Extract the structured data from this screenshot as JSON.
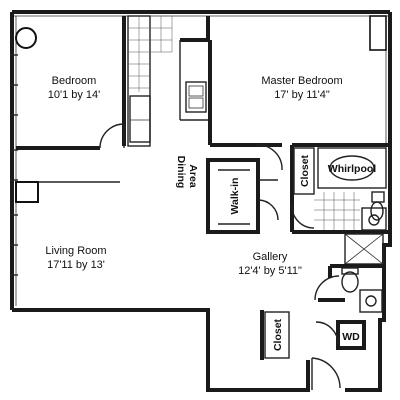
{
  "rooms": {
    "bedroom": {
      "name": "Bedroom",
      "dims": "10'1 by 14'"
    },
    "master_bedroom": {
      "name": "Master Bedroom",
      "dims": "17' by 11'4\""
    },
    "living_room": {
      "name": "Living Room",
      "dims": "17'11 by 13'"
    },
    "gallery": {
      "name": "Gallery",
      "dims": "12'4' by 5'11\""
    },
    "dining_area": {
      "line1": "Dining",
      "line2": "Area"
    },
    "walk_in": "Walk-in",
    "closet_master": "Closet",
    "closet_entry": "Closet",
    "whirlpool": "Whirlpool",
    "wd": "WD"
  }
}
